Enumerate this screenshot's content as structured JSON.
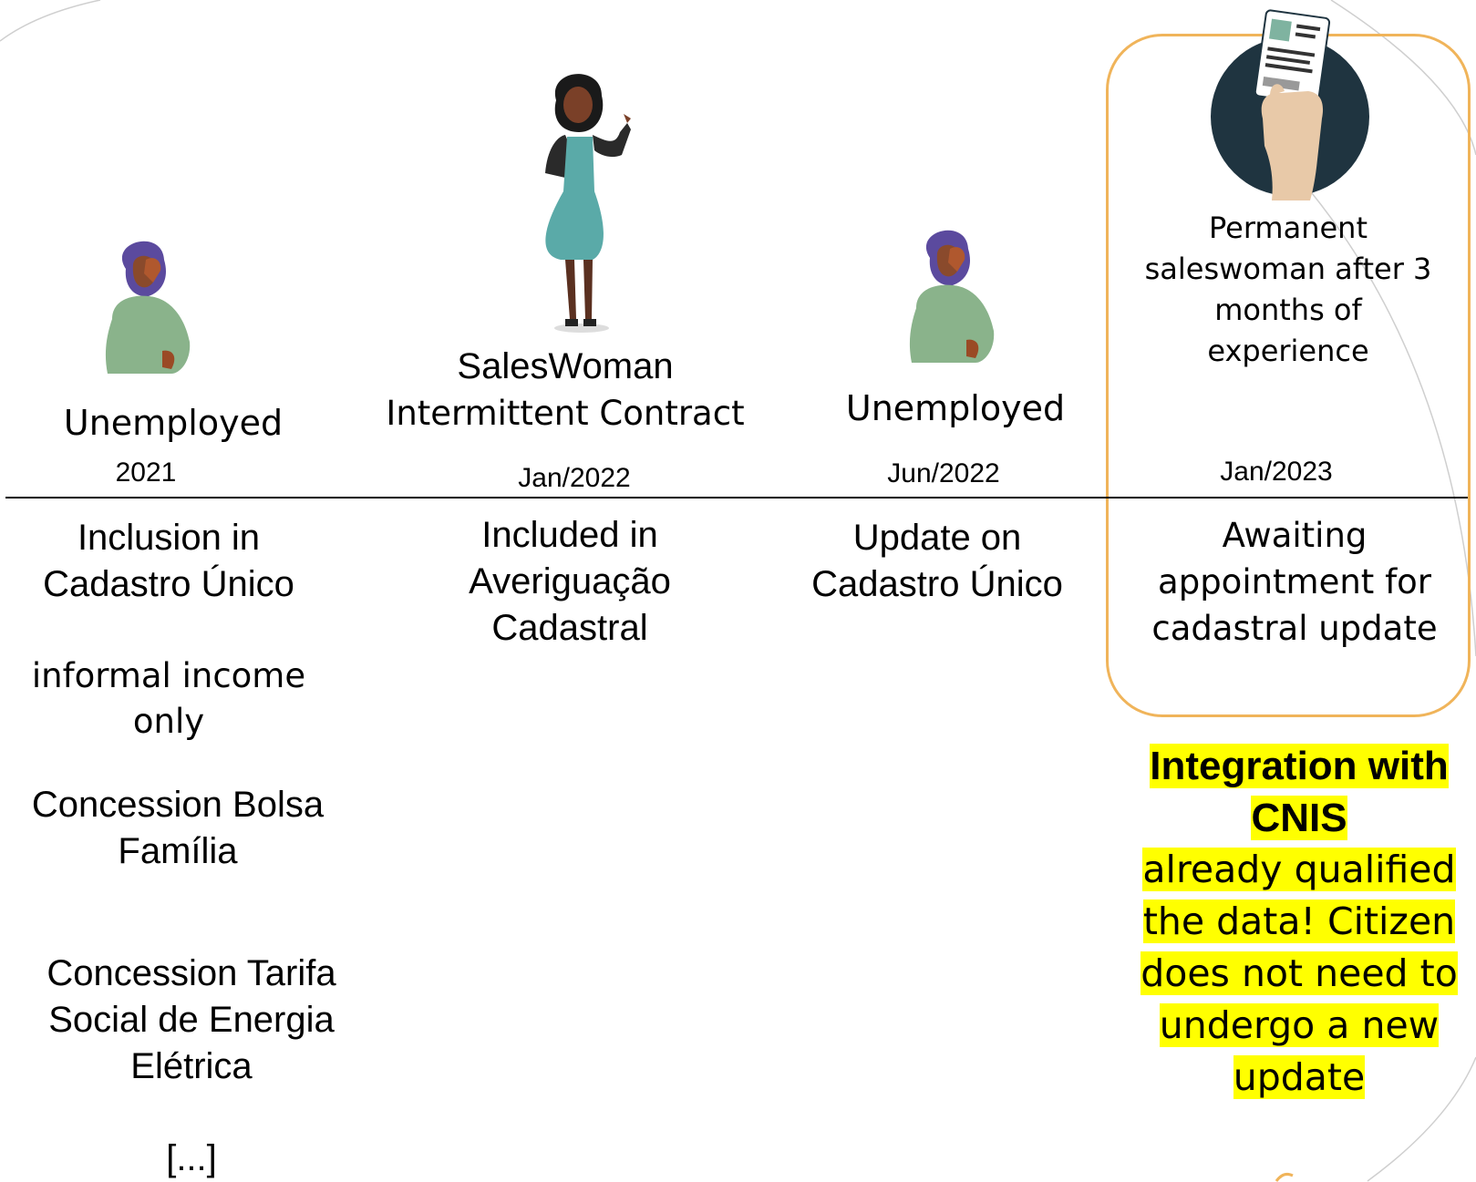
{
  "accent_color": "#f0b45a",
  "highlight_color": "#ffff00",
  "timeline": [
    {
      "date": "2021",
      "status": "Unemployed",
      "icon": "unemployed-woman-icon",
      "events": [
        "Inclusion in Cadastro Único",
        "informal income only",
        "Concession Bolsa Família",
        "Concession Tarifa Social de Energia Elétrica",
        "[...]"
      ]
    },
    {
      "date": "Jan/2022",
      "status": "SalesWoman",
      "status_detail": "Intermittent Contract",
      "icon": "saleswoman-thumbs-up-icon",
      "events": [
        "Included in Averiguação Cadastral"
      ]
    },
    {
      "date": "Jun/2022",
      "status": "Unemployed",
      "icon": "unemployed-woman-icon",
      "events": [
        "Update on Cadastro Único"
      ]
    },
    {
      "date": "Jan/2023",
      "status": "Permanent saleswoman after 3 months of experience",
      "icon": "hand-holding-id-card-icon",
      "events": [
        "Awaiting appointment for cadastral update"
      ]
    }
  ],
  "integration_note": {
    "heading": "Integration with CNIS",
    "body": "already qualified the data! Citizen does not need to undergo a new update"
  }
}
